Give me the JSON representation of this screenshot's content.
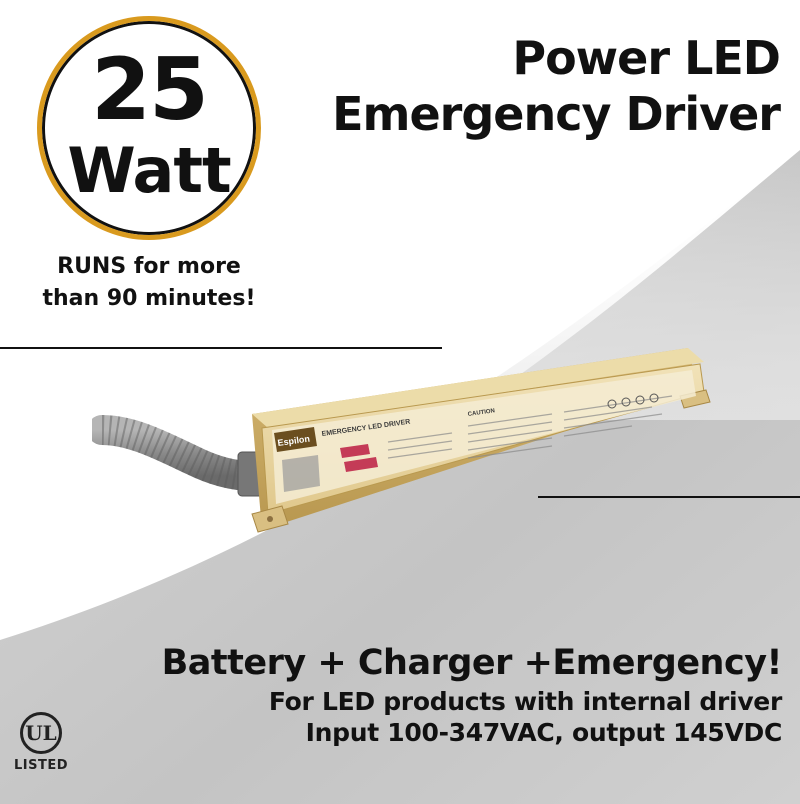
{
  "badge": {
    "number": "25",
    "unit": "Watt"
  },
  "runtime": {
    "line1": "RUNS for more",
    "line2": "than 90 minutes!"
  },
  "title": {
    "line1": "Power LED",
    "line2": "Emergency Driver"
  },
  "product_label": {
    "brand": "Espilon",
    "model": "EMERGENCY LED DRIVER",
    "caution": "CAUTION"
  },
  "bottom": {
    "headline": "Battery + Charger +Emergency!",
    "line2": "For LED products with internal driver",
    "line3": "Input 100-347VAC, output 145VDC"
  },
  "ul": {
    "mark": "UL",
    "listed": "LISTED"
  },
  "colors": {
    "badge_ring": "#d99a1e",
    "driver_body": "#e3c98d",
    "background_gray": "#c9c9c9"
  }
}
